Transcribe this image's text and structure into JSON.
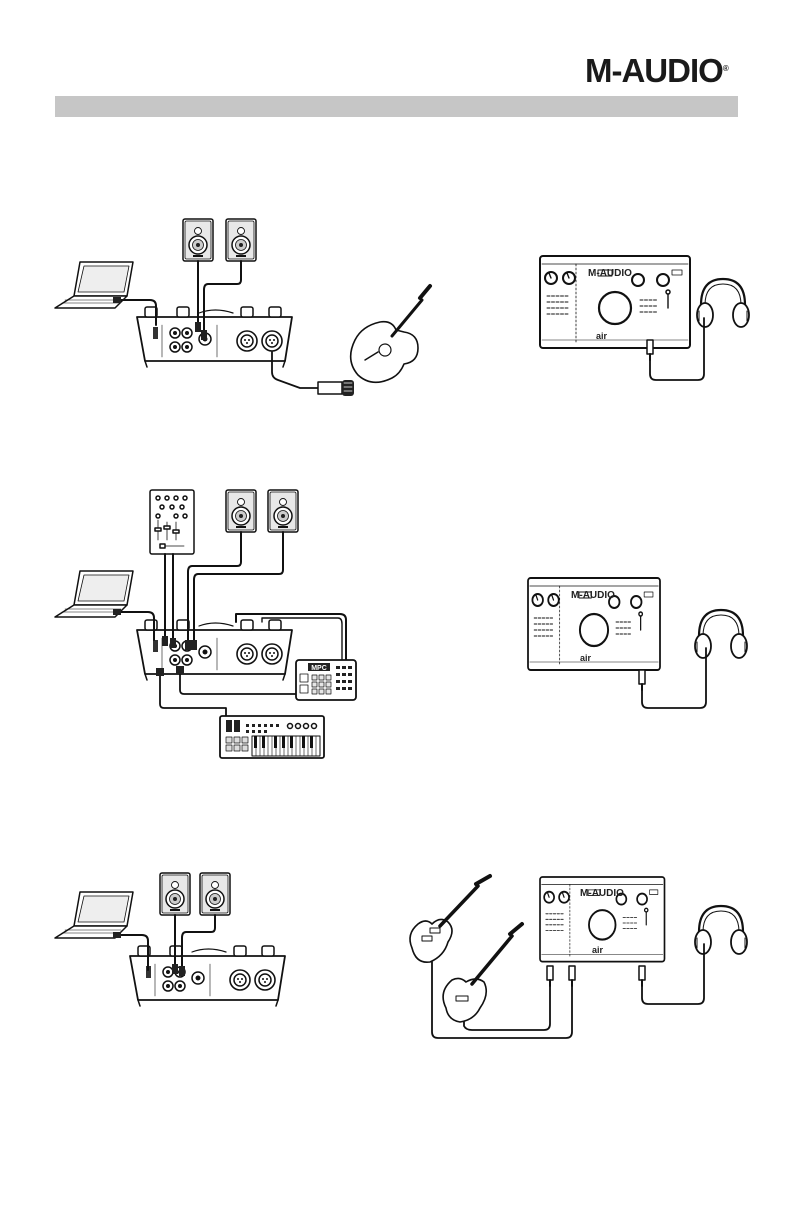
{
  "header": {
    "brand_logo_text": "M-AUDIO",
    "registered_mark": "®"
  },
  "device_labels": {
    "front_panel_brand": "M-AUDIO",
    "front_panel_series": "air",
    "mpc_label": "MPC"
  },
  "colors": {
    "section_bar": "#c6c6c6",
    "line_art": "#111111",
    "background": "#ffffff"
  },
  "illustrations": [
    {
      "name": "example-1-rear-setup",
      "items": [
        "laptop-icon",
        "studio-monitor-icon",
        "studio-monitor-icon",
        "acoustic-guitar-icon",
        "microphone-icon",
        "audio-interface-rear-icon"
      ]
    },
    {
      "name": "example-1-front-headphones",
      "items": [
        "audio-interface-front-icon",
        "headphones-icon"
      ]
    },
    {
      "name": "example-2-rear-setup",
      "items": [
        "laptop-icon",
        "mixer-icon",
        "studio-monitor-icon",
        "studio-monitor-icon",
        "mpc-icon",
        "midi-keyboard-icon",
        "audio-interface-rear-icon"
      ]
    },
    {
      "name": "example-2-front-headphones",
      "items": [
        "audio-interface-front-icon",
        "headphones-icon"
      ]
    },
    {
      "name": "example-3-rear-setup",
      "items": [
        "laptop-icon",
        "studio-monitor-icon",
        "studio-monitor-icon",
        "audio-interface-rear-icon"
      ]
    },
    {
      "name": "example-3-front-guitars",
      "items": [
        "electric-guitar-icon",
        "bass-guitar-icon",
        "audio-interface-front-icon",
        "headphones-icon"
      ]
    }
  ]
}
